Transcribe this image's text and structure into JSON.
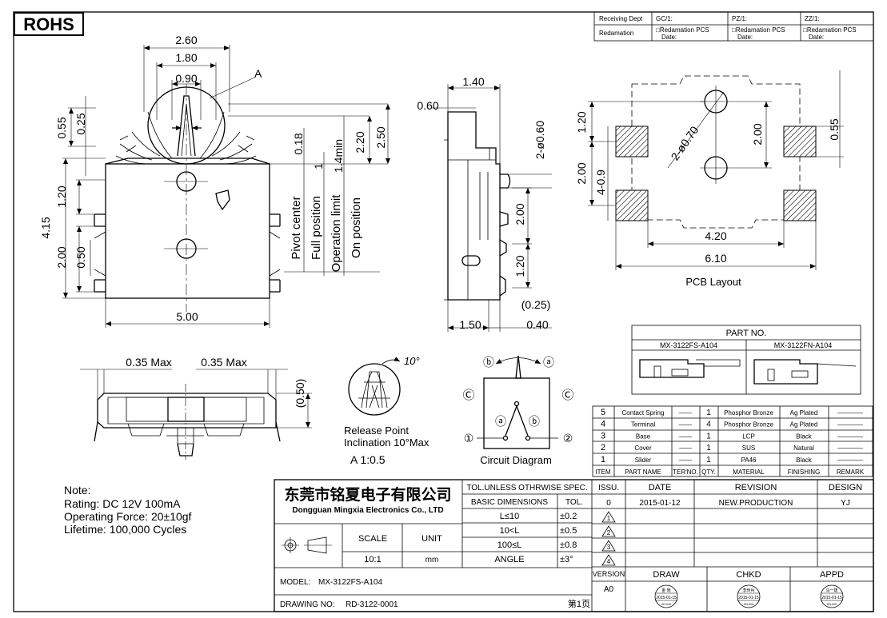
{
  "rohs": "ROHS",
  "header_table": {
    "receiving_dept": "Receiving Dept",
    "gc": "GC/1:",
    "pz": "PZ/1:",
    "zz": "ZZ/1:",
    "redamation": "Redamation",
    "redamation_pcs": "□Redamation  PCS",
    "date": "Date:"
  },
  "front_view": {
    "dims": [
      "2.60",
      "1.80",
      "0.90",
      "0.55",
      "0.25",
      "0.18",
      "1",
      "1.4min",
      "2.20",
      "2.50",
      "1.20",
      "4.15",
      "2.00",
      "0.50",
      "5.00"
    ],
    "callout": "A",
    "labels": [
      "Pivot center",
      "Full position",
      "Operation limit",
      "On position"
    ]
  },
  "side_view": {
    "dims": [
      "1.40",
      "0.60",
      "2-ø0.60",
      "2.00",
      "1.20",
      "(0.25)",
      "1.50",
      "0.40"
    ]
  },
  "pcb_layout": {
    "dims": [
      "1.20",
      "2-ø0.70",
      "2.00",
      "0.55",
      "2.00",
      "4-0.9",
      "4.20",
      "6.10"
    ],
    "title": "PCB Layout"
  },
  "bottom_view": {
    "dims": [
      "0.35 Max",
      "0.35 Max",
      "(0.50)"
    ]
  },
  "detail": {
    "angle": "10°",
    "caption1": "Release Point",
    "caption2": "Inclination 10°Max",
    "scale": "A  1:0.5"
  },
  "circuit": {
    "labels": [
      "ⓑ",
      "ⓐ",
      "Ⓒ",
      "Ⓒ",
      "ⓐ",
      "ⓑ",
      "①",
      "②"
    ],
    "title": "Circuit Diagram"
  },
  "part_no": {
    "title": "PART NO.",
    "parts": [
      "MX-3122FS-A104",
      "MX-3122FN-A104"
    ]
  },
  "bom": {
    "headers": [
      "ITEM",
      "PART NAME",
      "TER'NO.",
      "QTY.",
      "MATERIAL",
      "FINISHING",
      "REMARK"
    ],
    "rows": [
      [
        "5",
        "Contact Spring",
        "——",
        "1",
        "Phosphor Bronze",
        "Ag Plated",
        "————"
      ],
      [
        "4",
        "Terminal",
        "——",
        "4",
        "Phosphor Bronze",
        "Ag Plated",
        "————"
      ],
      [
        "3",
        "Base",
        "——",
        "1",
        "LCP",
        "Black",
        "————"
      ],
      [
        "2",
        "Cover",
        "——",
        "1",
        "SUS",
        "Natural",
        "————"
      ],
      [
        "1",
        "Slider",
        "——",
        "1",
        "PA46",
        "Black",
        "————"
      ]
    ]
  },
  "notes": {
    "title": "Note:",
    "lines": [
      "Rating: DC  12V  100mA",
      "Operating  Force:  20±10gf",
      "Lifetime:    100,000  Cycles"
    ]
  },
  "title_block": {
    "company_cn": "东莞市铭夏电子有限公司",
    "company_en": "Dongguan Mingxia Electronics Co., LTD",
    "tol_header": "TOL.UNLESS OTHRWISE SPEC.",
    "basic_dimensions": "BASIC DIMENSIONS",
    "tol": "TOL.",
    "tol_rows": [
      [
        "L≤10",
        "±0.2"
      ],
      [
        "10<L",
        "±0.5"
      ],
      [
        "100≤L",
        "±0.8"
      ],
      [
        "ANGLE",
        "±3°"
      ]
    ],
    "scale_label": "SCALE",
    "unit_label": "UNIT",
    "scale_value": "10:1",
    "unit_value": "mm",
    "issu": "ISSU.",
    "date": "DATE",
    "revision": "REVISION",
    "design": "DESIGN",
    "issue_no": "0",
    "issue_date": "2015-01-12",
    "issue_rev": "NEW.PRODUCTION",
    "issue_designer": "YJ",
    "rev_marks": [
      "1",
      "2",
      "3",
      "4"
    ],
    "version_label": "VERSION",
    "version_value": "A0",
    "draw": "DRAW",
    "chkd": "CHKD",
    "appd": "APPD",
    "stamp_names": [
      "金 晓",
      "李世兵",
      "马一建"
    ],
    "stamp_dates": [
      "2015-01-15",
      "2015-01-15",
      "2015-01-15"
    ],
    "stamp_org": [
      "XD-MX",
      "XD-MX",
      "XD-MX"
    ],
    "model_label": "MODEL:",
    "model": "MX-3122FS-A104",
    "drawing_no_label": "DRAWING NO:",
    "drawing_no": "RD-3122-0001",
    "page": "第1页"
  }
}
